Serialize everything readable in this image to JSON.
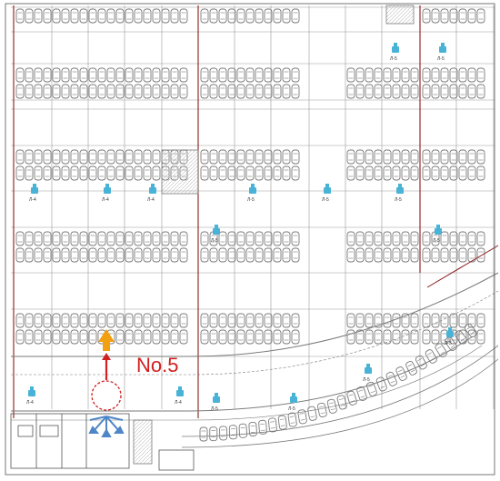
{
  "plan": {
    "marker_label": "No.5",
    "colors": {
      "background": "#ffffff",
      "grid": "#9a9a9a",
      "structure": "#8b1a1a",
      "car": "#7a7a7a",
      "marker": "#d21f1f",
      "arrow_up": "#f0a010",
      "arrow_fan": "#4f86c6",
      "icon": "#48b3d6",
      "hatch": "#bdbdbd"
    },
    "camera_labels": [
      "Л-4",
      "Л-5"
    ],
    "icons": [
      "camera-icon",
      "arrow-up-icon",
      "fan-arrows-icon",
      "car-icon"
    ]
  }
}
